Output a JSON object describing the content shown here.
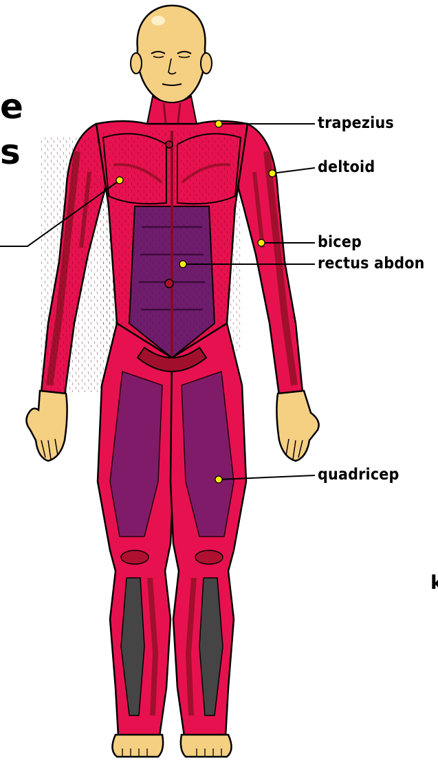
{
  "frag_left_1": "e",
  "frag_left_2": "s",
  "frag_right": "k",
  "labels": {
    "trapezius": "trapezius",
    "deltoid": "deltoid",
    "bicep": "bicep",
    "rectus": "rectus abdon",
    "quadricep": "quadricep"
  },
  "colors": {
    "muscle": "#e8114f",
    "muscle_dark": "#a0102c",
    "abdomen": "#6e1d6e",
    "skin": "#f5cf82",
    "shin": "#454545",
    "dot": "#ffee00"
  }
}
